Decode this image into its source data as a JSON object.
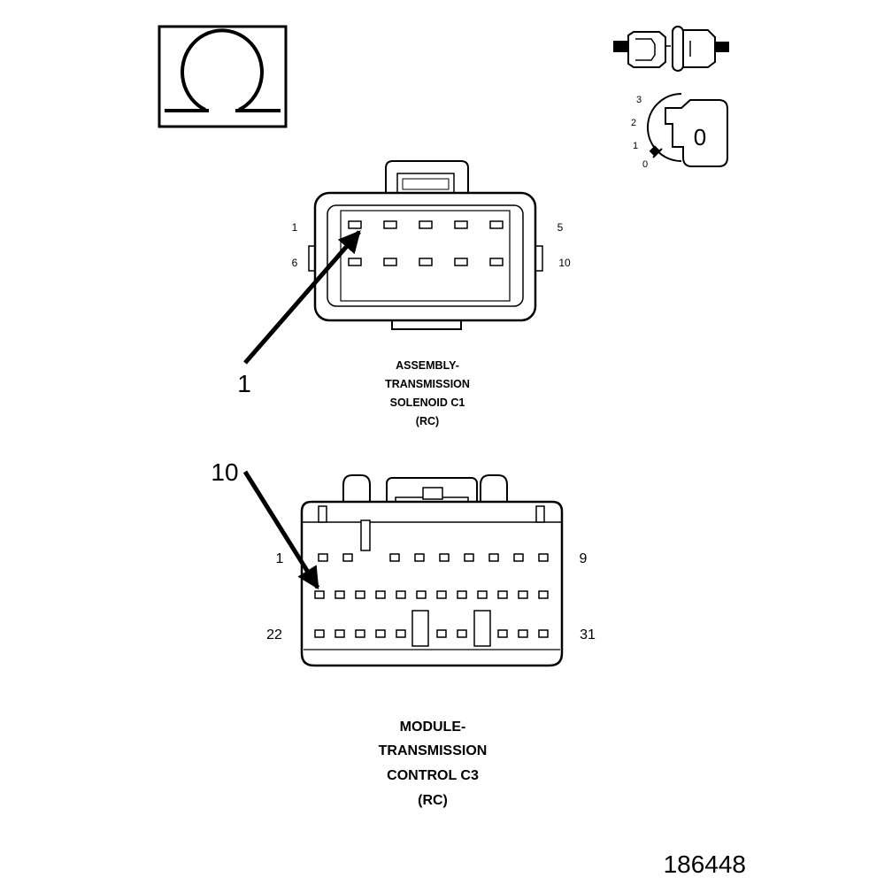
{
  "ohmmeter_symbol": "Ω",
  "key_switch": {
    "positions": [
      "3",
      "2",
      "1",
      "0"
    ],
    "current": "0"
  },
  "connector_c1": {
    "pin_labels": {
      "top_left": "1",
      "top_right": "5",
      "bottom_left": "6",
      "bottom_right": "10"
    },
    "callout": "1",
    "caption": [
      "ASSEMBLY-",
      "TRANSMISSION",
      "SOLENOID C1",
      "(RC)"
    ]
  },
  "connector_c3": {
    "pin_labels": {
      "top_left": "1",
      "top_right": "9",
      "bottom_left": "22",
      "bottom_right": "31"
    },
    "callout": "10",
    "caption": [
      "MODULE-",
      "TRANSMISSION",
      "CONTROL C3",
      "(RC)"
    ]
  },
  "figure_number": "186448"
}
